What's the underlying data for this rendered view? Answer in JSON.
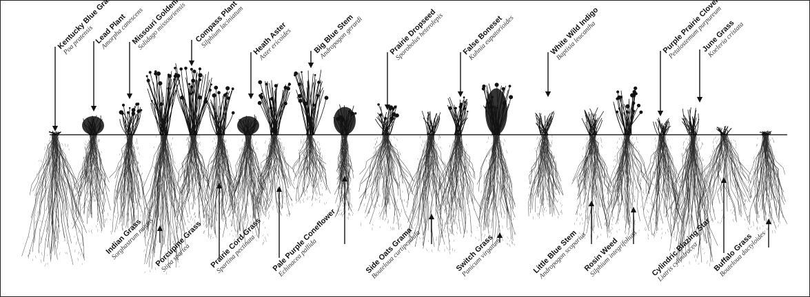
{
  "diagram": {
    "colors": {
      "ink": "#111111",
      "root": "#2a2a2a",
      "paper": "#ffffff",
      "rule": "#000000"
    },
    "top_labels": [
      {
        "common": "Kentucky Blue Grass",
        "latin": "Poa pratensis"
      },
      {
        "common": "Lead Plant",
        "latin": "Amorpha canescens"
      },
      {
        "common": "Missouri Goldenrod",
        "latin": "Solidago missouriensis"
      },
      {
        "common": "Compass Plant",
        "latin": "Silphium laciniatum"
      },
      {
        "common": "Heath Aster",
        "latin": "Aster ericoides"
      },
      {
        "common": "Big Blue Stem",
        "latin": "Andropogon gerardi"
      },
      {
        "common": "Prairie Dropseed",
        "latin": "Sporobolus heterolepis"
      },
      {
        "common": "False Boneset",
        "latin": "Kuhnia eupatorioides"
      },
      {
        "common": "White Wild Indigo",
        "latin": "Baptisia leucantha"
      },
      {
        "common": "Purple Prairie Clover",
        "latin": "Petalostemum purpureum"
      },
      {
        "common": "June Grass",
        "latin": "Koeleria cristata"
      }
    ],
    "bottom_labels": [
      {
        "common": "Indian Grass",
        "latin": "Sorghastrum nutans"
      },
      {
        "common": "Porcupine Grass",
        "latin": "Stipa spartea"
      },
      {
        "common": "Prairie Cord Grass",
        "latin": "Spartina pectinata"
      },
      {
        "common": "Pale Purple Coneflower",
        "latin": "Echinacea pallida"
      },
      {
        "common": "Side Oats Grama",
        "latin": "Bouteloua curtipendula"
      },
      {
        "common": "Switch Grass",
        "latin": "Panicum virgatum"
      },
      {
        "common": "Little Blue Stem",
        "latin": "Andropogon scoparius"
      },
      {
        "common": "Rosin Weed",
        "latin": "Silphium integrifolium"
      },
      {
        "common": "Cylindric Blazing Star",
        "latin": "Liatris cylindracea"
      },
      {
        "common": "Buffalo Grass",
        "latin": "Bouteloua dactyloides"
      }
    ]
  }
}
